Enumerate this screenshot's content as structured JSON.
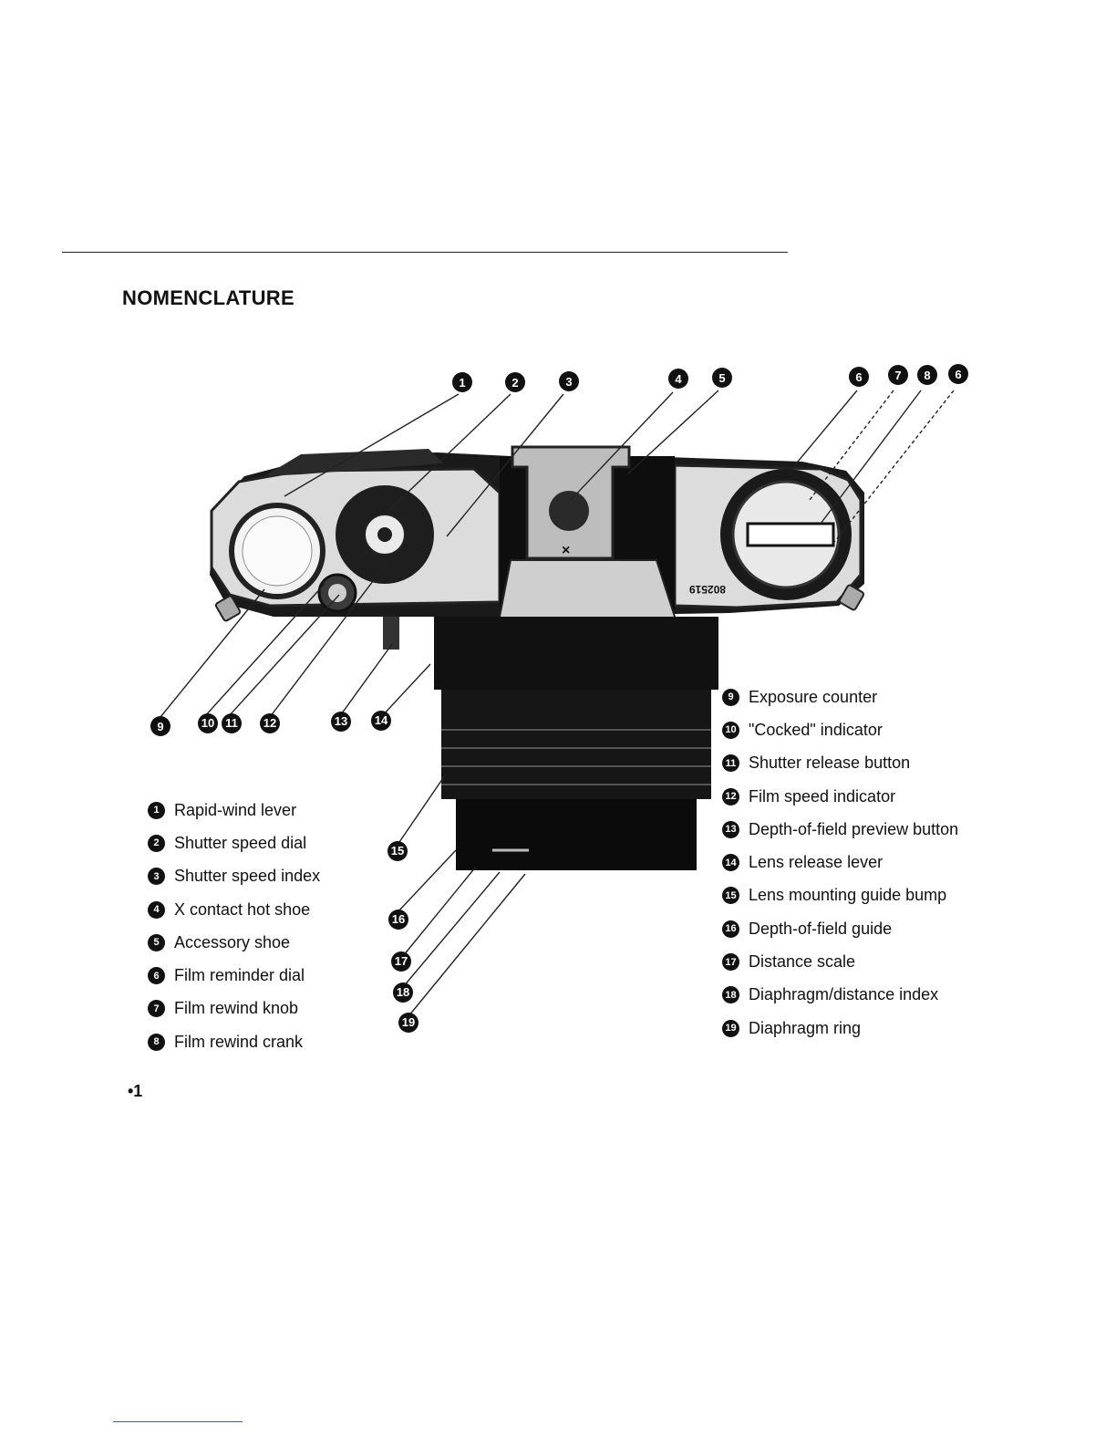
{
  "page": {
    "title": "NOMENCLATURE",
    "page_number": "•1"
  },
  "camera": {
    "serial_number": "802519"
  },
  "parts": [
    {
      "num": "1",
      "label": "Rapid-wind lever"
    },
    {
      "num": "2",
      "label": "Shutter speed dial"
    },
    {
      "num": "3",
      "label": "Shutter speed index"
    },
    {
      "num": "4",
      "label": "X contact hot shoe"
    },
    {
      "num": "5",
      "label": "Accessory shoe"
    },
    {
      "num": "6",
      "label": "Film reminder dial"
    },
    {
      "num": "7",
      "label": "Film rewind knob"
    },
    {
      "num": "8",
      "label": "Film rewind crank"
    },
    {
      "num": "9",
      "label": "Exposure counter"
    },
    {
      "num": "10",
      "label": "\"Cocked\" indicator"
    },
    {
      "num": "11",
      "label": "Shutter release button"
    },
    {
      "num": "12",
      "label": "Film speed indicator"
    },
    {
      "num": "13",
      "label": "Depth-of-field preview button"
    },
    {
      "num": "14",
      "label": "Lens release lever"
    },
    {
      "num": "15",
      "label": "Lens mounting guide bump"
    },
    {
      "num": "16",
      "label": "Depth-of-field guide"
    },
    {
      "num": "17",
      "label": "Distance scale"
    },
    {
      "num": "18",
      "label": "Diaphragm/distance index"
    },
    {
      "num": "19",
      "label": "Diaphragm ring"
    }
  ]
}
